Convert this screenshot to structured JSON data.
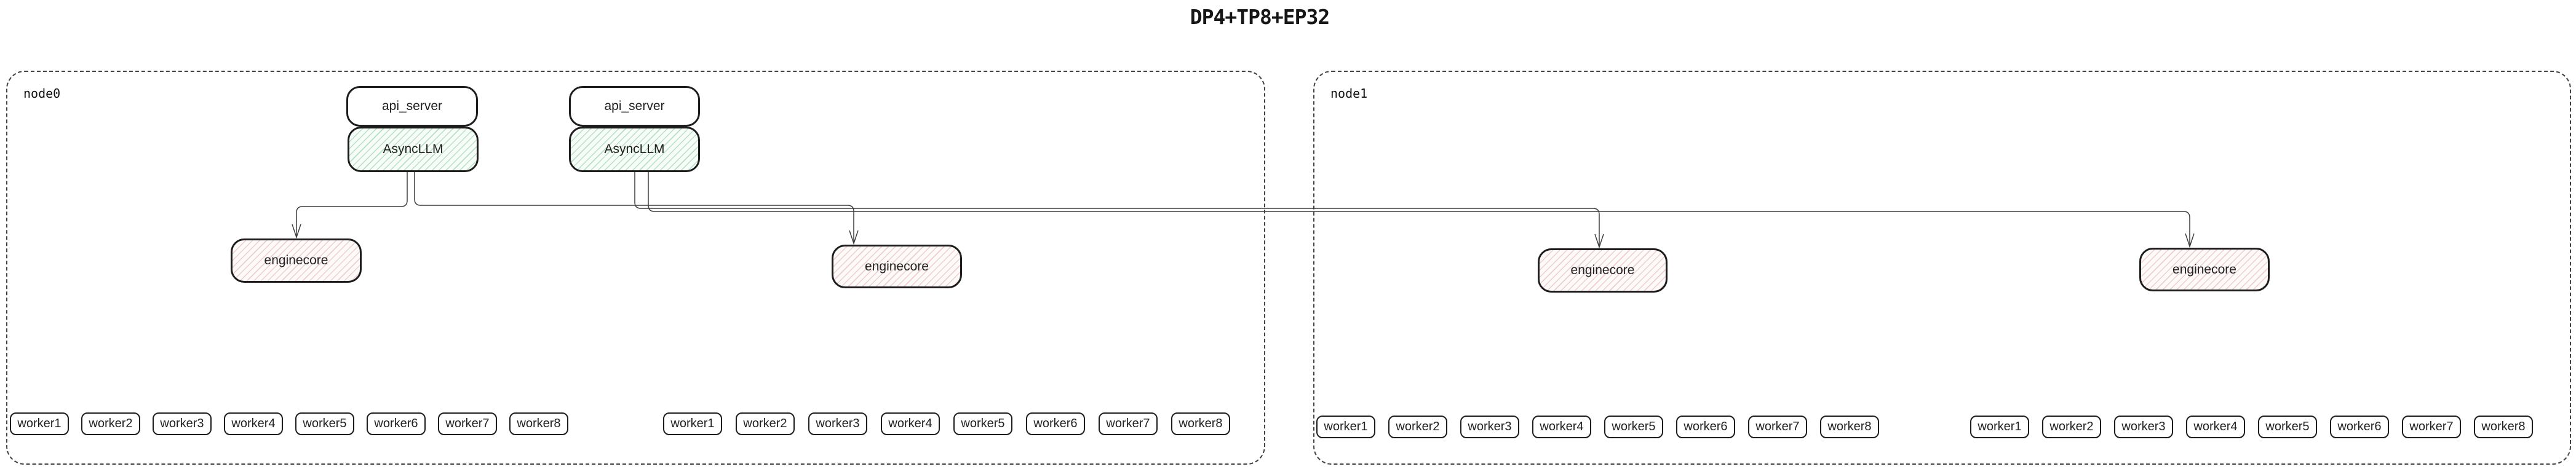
{
  "title": "DP4+TP8+EP32",
  "colors": {
    "box_border": "#1d1d1d",
    "node_border": "#424242",
    "edge": "#3d3d3d",
    "async_llm_hatch": "#79cd90",
    "enginecore_hatch": "#e79c9c"
  },
  "node0": {
    "label": "node0",
    "api_servers": [
      {
        "label": "api_server",
        "llm_label": "AsyncLLM"
      },
      {
        "label": "api_server",
        "llm_label": "AsyncLLM"
      }
    ],
    "enginecores": [
      {
        "label": "enginecore"
      },
      {
        "label": "enginecore"
      }
    ],
    "worker_groups": [
      {
        "workers": [
          "worker1",
          "worker2",
          "worker3",
          "worker4",
          "worker5",
          "worker6",
          "worker7",
          "worker8"
        ]
      },
      {
        "workers": [
          "worker1",
          "worker2",
          "worker3",
          "worker4",
          "worker5",
          "worker6",
          "worker7",
          "worker8"
        ]
      }
    ]
  },
  "node1": {
    "label": "node1",
    "enginecores": [
      {
        "label": "enginecore"
      },
      {
        "label": "enginecore"
      }
    ],
    "worker_groups": [
      {
        "workers": [
          "worker1",
          "worker2",
          "worker3",
          "worker4",
          "worker5",
          "worker6",
          "worker7",
          "worker8"
        ]
      },
      {
        "workers": [
          "worker1",
          "worker2",
          "worker3",
          "worker4",
          "worker5",
          "worker6",
          "worker7",
          "worker8"
        ]
      }
    ]
  }
}
